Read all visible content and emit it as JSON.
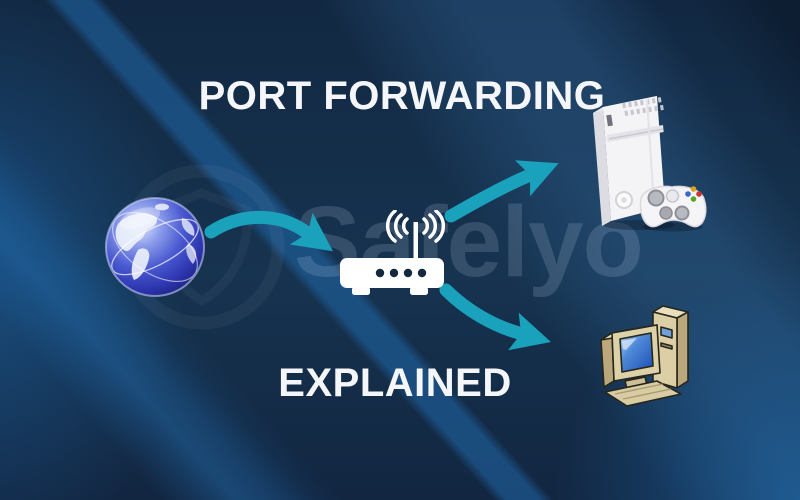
{
  "header": {
    "title": "PORT FORWARDING"
  },
  "footer": {
    "subtitle": "EXPLAINED"
  },
  "watermark": {
    "brand": "Safelyo",
    "logo": "shield-in-circle"
  },
  "diagram": {
    "nodes": [
      {
        "id": "internet",
        "icon": "globe-icon"
      },
      {
        "id": "router",
        "icon": "wifi-router-icon"
      },
      {
        "id": "game-console",
        "icon": "xbox-console-icon"
      },
      {
        "id": "computer",
        "icon": "desktop-computer-icon"
      }
    ],
    "connections": [
      {
        "from": "internet",
        "to": "router"
      },
      {
        "from": "router",
        "to": "game-console"
      },
      {
        "from": "router",
        "to": "computer"
      }
    ]
  },
  "colors": {
    "background_navy": "#16324d",
    "stripe_blue": "#1e6096",
    "arrow_teal": "#1aa2bd",
    "title_white": "#f4f6f9",
    "globe_blue": "#4a5ad0",
    "device_white": "#f4f4f6",
    "computer_beige": "#dccfa6"
  }
}
